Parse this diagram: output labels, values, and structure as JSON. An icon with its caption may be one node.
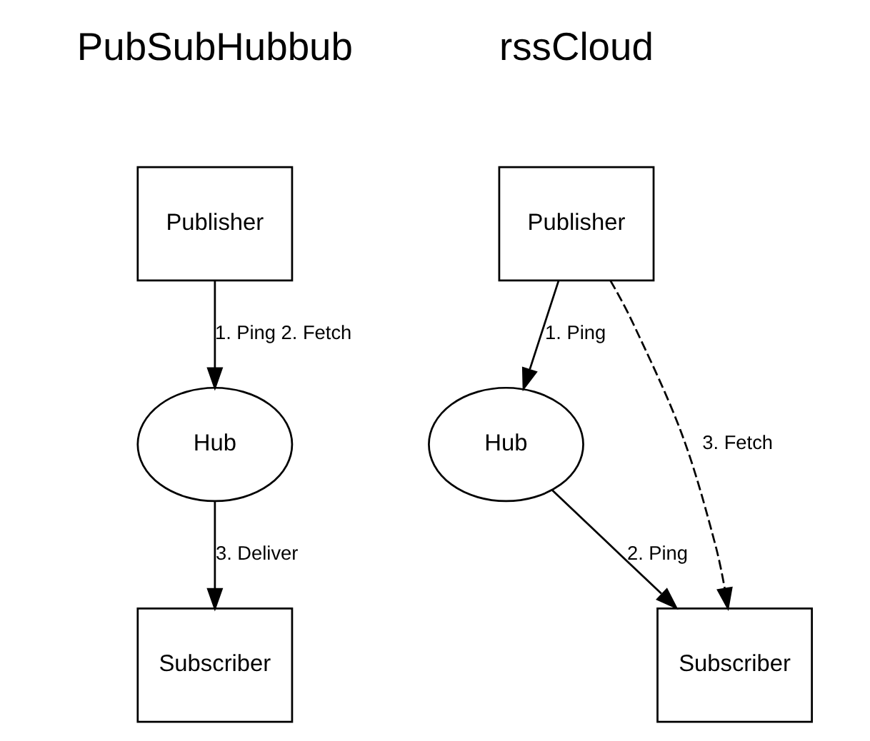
{
  "diagram": {
    "nodes": [
      {
        "text": [
          "Publisher"
        ]
      },
      {
        "text": [
          "Hub"
        ]
      },
      {
        "text": [
          "Subscriber"
        ]
      },
      {
        "text": [
          "Hub"
        ]
      },
      {
        "text": [
          "Publisher"
        ]
      },
      {
        "text": [
          "Subscriber"
        ]
      }
    ],
    "edges": [
      {
        "from": 0,
        "to": 1,
        "arrow": "to",
        "label": "1. Ping 2. Fetch"
      },
      {
        "from": 1,
        "to": 2,
        "arrow": "to",
        "label": "3. Deliver"
      },
      {
        "from": 4,
        "to": 3,
        "arrow": "to",
        "label": "1. Ping"
      },
      {
        "from": 3,
        "to": 5,
        "arrow": "to",
        "label": "2. Ping"
      },
      {
        "from": 4,
        "to": 5,
        "arrow": "to",
        "label": "3. Fetch",
        "style": "dashed"
      }
    ],
    "labels": [
      "PubSubHubbub",
      "rssCloud"
    ]
  }
}
